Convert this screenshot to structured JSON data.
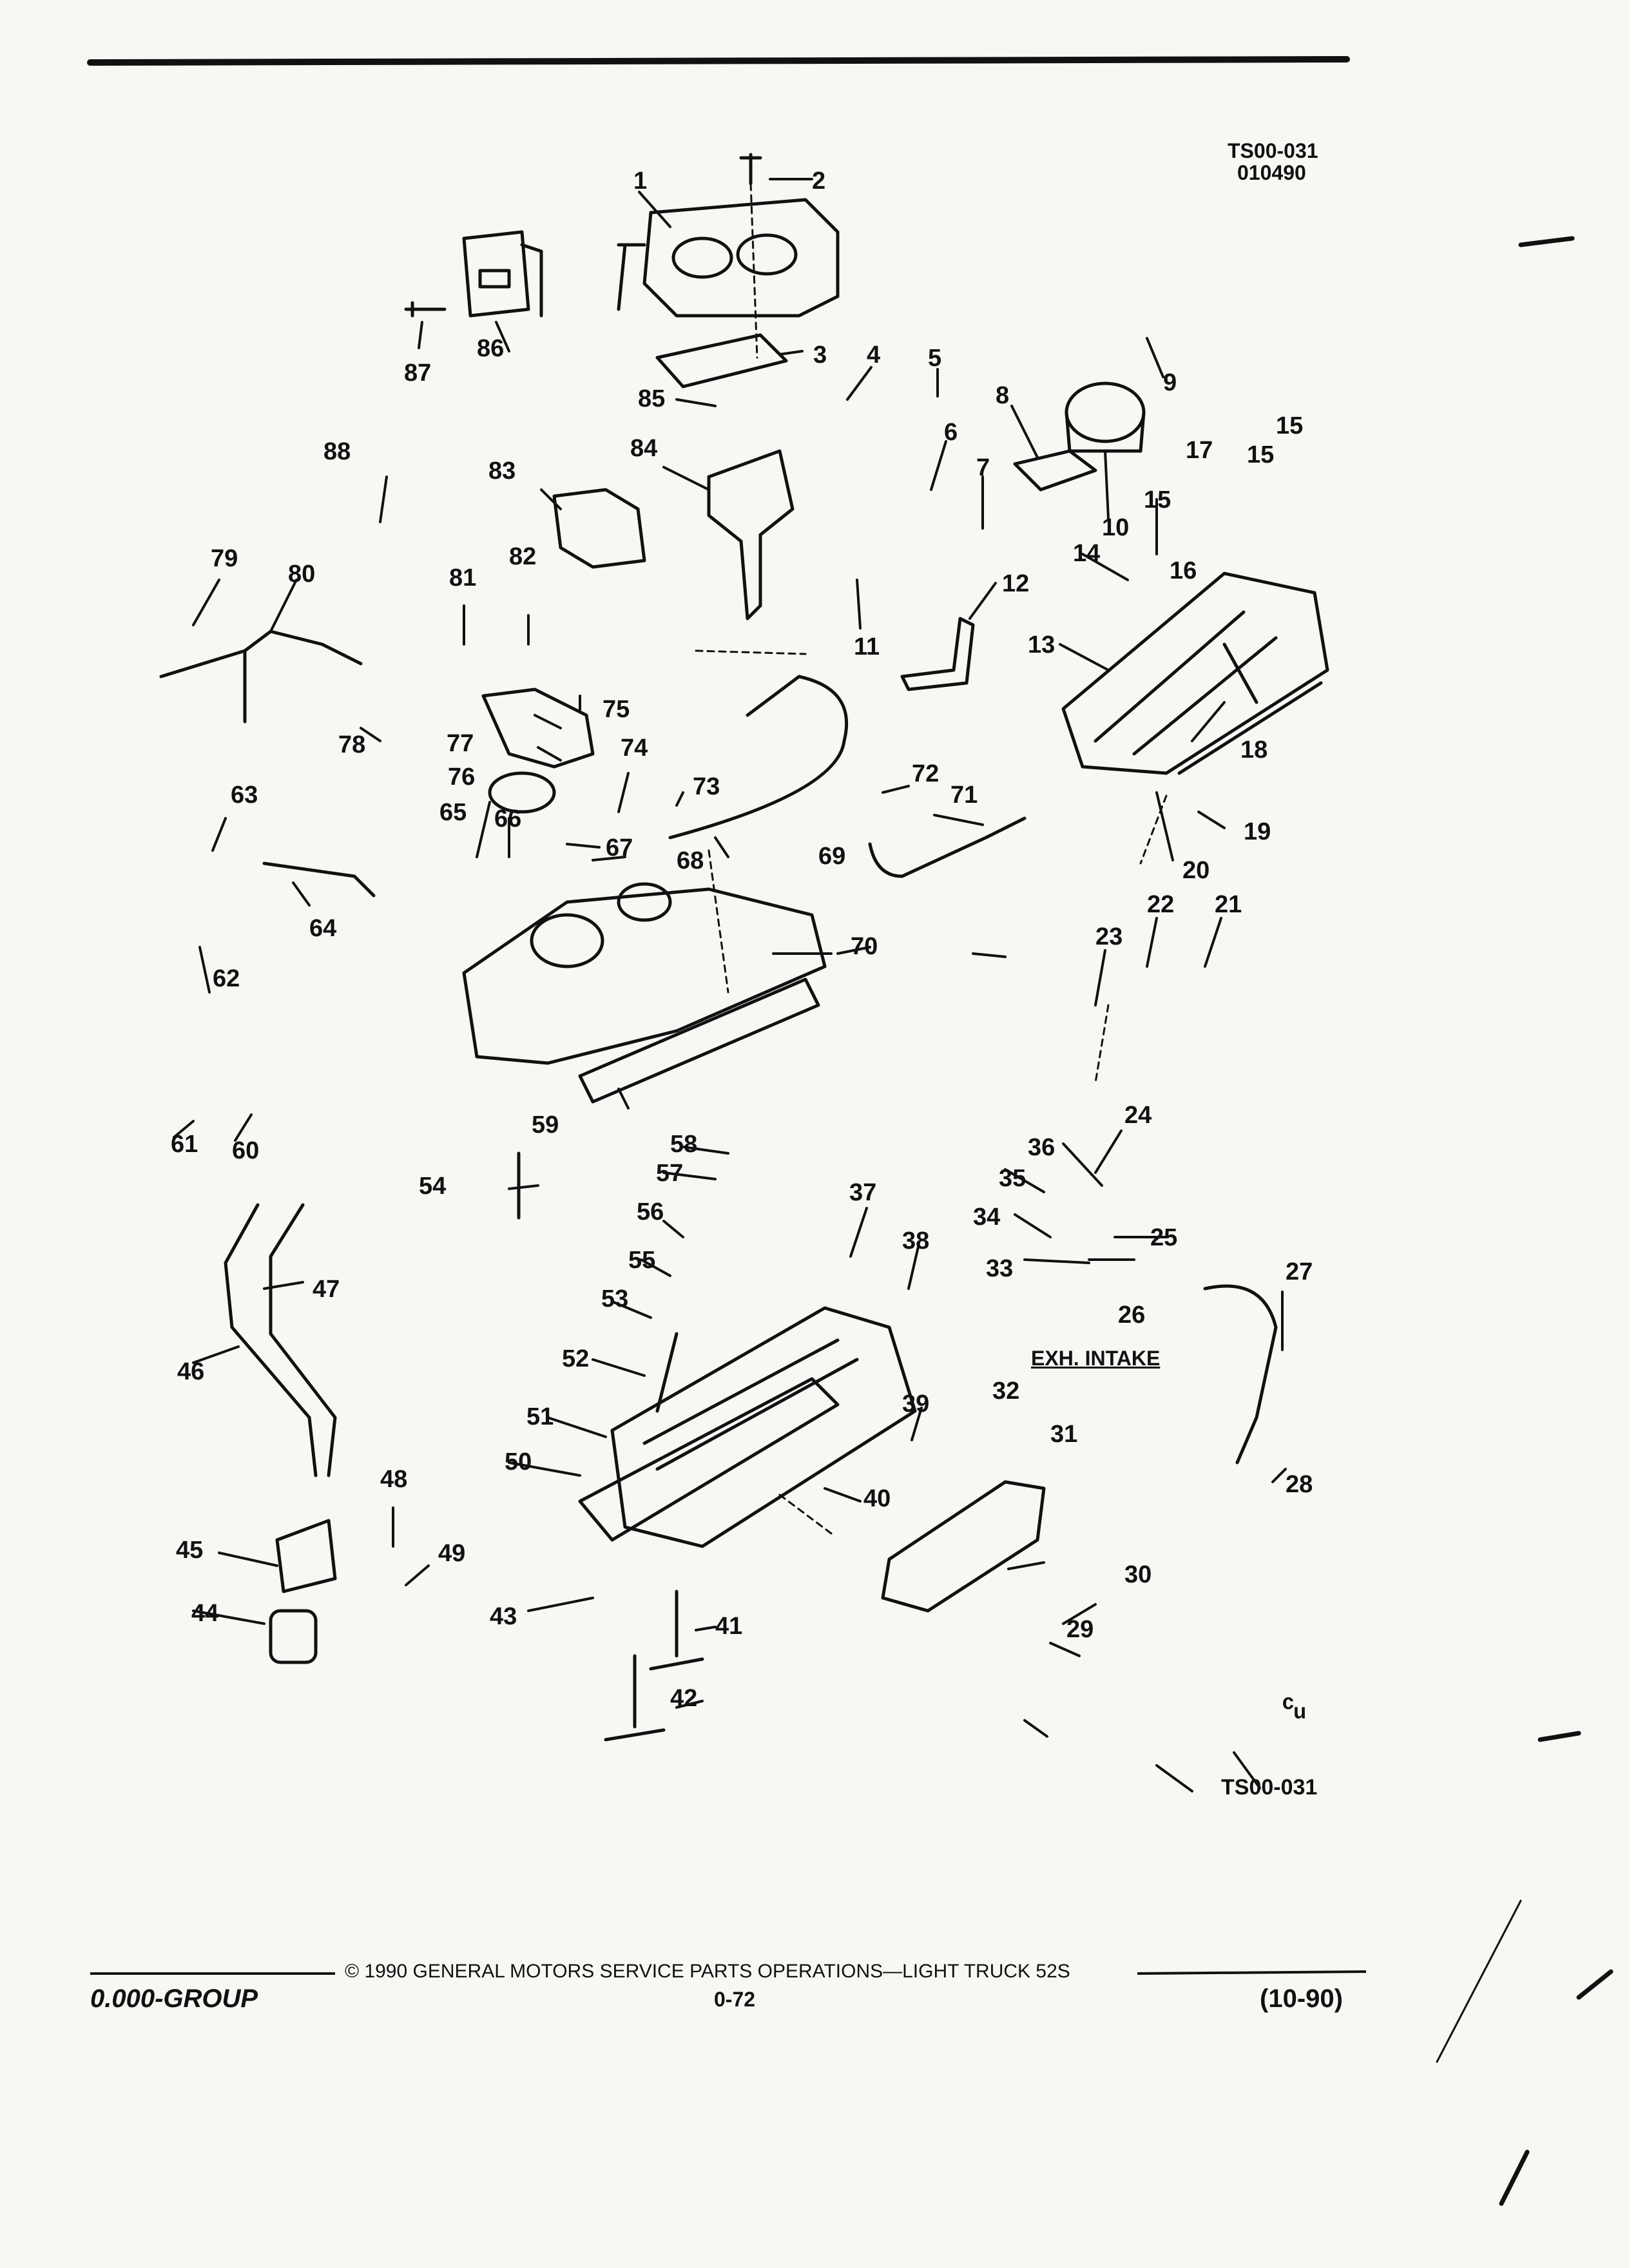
{
  "header": {
    "code": "TS00-031",
    "date": "010490"
  },
  "figure_code": "TS00-031",
  "caption_exh_intake": "EXH. INTAKE",
  "footer": {
    "group": "0.000-GROUP",
    "copyright": "© 1990 GENERAL MOTORS SERVICE PARTS OPERATIONS—LIGHT TRUCK 52S",
    "page": "0-72",
    "rev": "(10-90)"
  },
  "callouts": [
    "1",
    "2",
    "3",
    "4",
    "5",
    "6",
    "7",
    "8",
    "9",
    "10",
    "11",
    "12",
    "13",
    "14",
    "15",
    "15",
    "15",
    "16",
    "17",
    "18",
    "19",
    "20",
    "21",
    "22",
    "23",
    "24",
    "25",
    "26",
    "27",
    "28",
    "29",
    "30",
    "31",
    "32",
    "33",
    "34",
    "35",
    "36",
    "37",
    "38",
    "39",
    "40",
    "41",
    "42",
    "43",
    "44",
    "45",
    "46",
    "47",
    "48",
    "49",
    "50",
    "51",
    "52",
    "53",
    "54",
    "55",
    "56",
    "57",
    "58",
    "59",
    "60",
    "61",
    "62",
    "63",
    "64",
    "65",
    "66",
    "67",
    "68",
    "69",
    "70",
    "71",
    "72",
    "73",
    "74",
    "75",
    "76",
    "77",
    "78",
    "79",
    "80",
    "81",
    "82",
    "83",
    "84",
    "85",
    "86",
    "87",
    "88"
  ],
  "colors": {
    "ink": "#111111",
    "paper": "#f7f7f4"
  }
}
